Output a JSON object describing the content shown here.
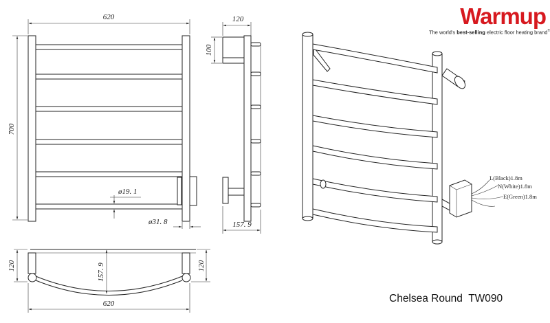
{
  "brand": {
    "logo_text": "Warmup",
    "tagline_prefix": "The world's ",
    "tagline_bold": "best-selling",
    "tagline_suffix": " electric floor heating brand",
    "tagline_mark": "TM",
    "color": "#d7191f"
  },
  "product": {
    "name": "Chelsea Round",
    "model": "TW090"
  },
  "front_view": {
    "width_label": "620",
    "height_label": "700",
    "bar_diameter_label": "ø19. 1",
    "post_diameter_label": "ø31. 8"
  },
  "side_view": {
    "depth_label": "120",
    "bracket_height_label": "100",
    "bottom_depth_label": "157. 9"
  },
  "top_view": {
    "width_label": "620",
    "left_depth_label": "120",
    "center_depth_label": "157. 9",
    "right_depth_label": "120"
  },
  "wiring": {
    "live": "L(Black)1.8m",
    "neutral": "N(White)1.8m",
    "earth": "E(Green)1.8m"
  }
}
